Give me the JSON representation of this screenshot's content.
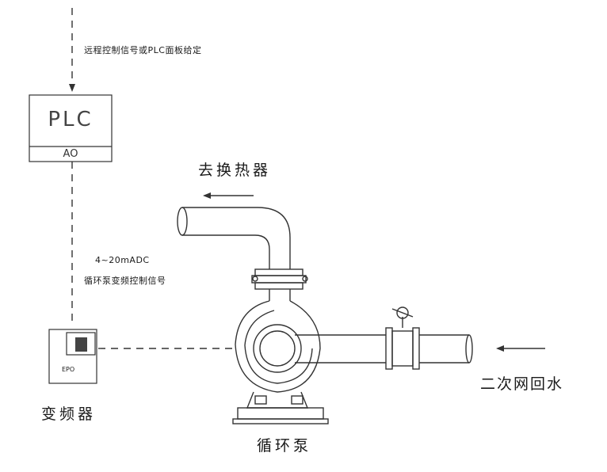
{
  "remote_signal_label": "远程控制信号或PLC面板给定",
  "plc": {
    "title": "PLC",
    "port": "AO"
  },
  "control_signal": {
    "range": "4~20mADC",
    "desc": "循环泵变频控制信号"
  },
  "vfd": {
    "device_text": "EPO",
    "label": "变频器"
  },
  "pump_label": "循环泵",
  "outlet_label": "去换热器",
  "inlet_label": "二次网回水"
}
